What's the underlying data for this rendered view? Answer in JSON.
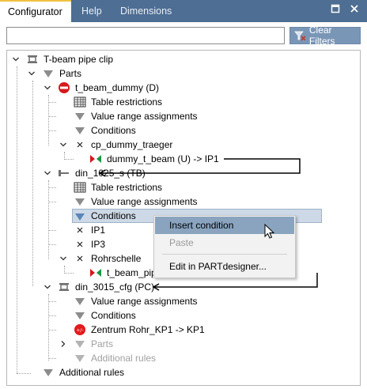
{
  "tabs": [
    {
      "label": "Configurator",
      "active": true
    },
    {
      "label": "Help",
      "active": false
    },
    {
      "label": "Dimensions",
      "active": false
    }
  ],
  "search": {
    "value": "",
    "placeholder": ""
  },
  "toolbar": {
    "clear_filters_label": "Clear Filters"
  },
  "tree": {
    "root": "T-beam pipe clip",
    "parts": "Parts",
    "t_beam_dummy": "t_beam_dummy (D)",
    "table_restrictions": "Table restrictions",
    "value_range_assignments": "Value range assignments",
    "conditions": "Conditions",
    "cp_dummy_traeger": "cp_dummy_traeger",
    "dummy_t_beam": "dummy_t_beam (U) -> IP1",
    "din_1025": "din_1025_s (TB)",
    "ip1": "IP1",
    "ip3": "IP3",
    "rohrschelle": "Rohrschelle",
    "t_beam_pipe_clip": "t_beam_pipe_clip (U) -> Zentrum Rohr_KP1",
    "din_3015": "din_3015_cfg (PC)",
    "zentrum": "Zentrum Rohr_KP1 -> KP1",
    "parts_gray": "Parts",
    "additional_rules_gray": "Additional rules",
    "additional_rules": "Additional rules"
  },
  "context_menu": {
    "items": [
      "Insert condition",
      "Paste",
      "Edit in PARTdesigner..."
    ],
    "highlighted": "Insert condition",
    "disabled": "Paste"
  },
  "colors": {
    "tabbar": "#4e6e93",
    "selection": "#cdd9e6",
    "menu_highlight": "#8aa4c0"
  }
}
